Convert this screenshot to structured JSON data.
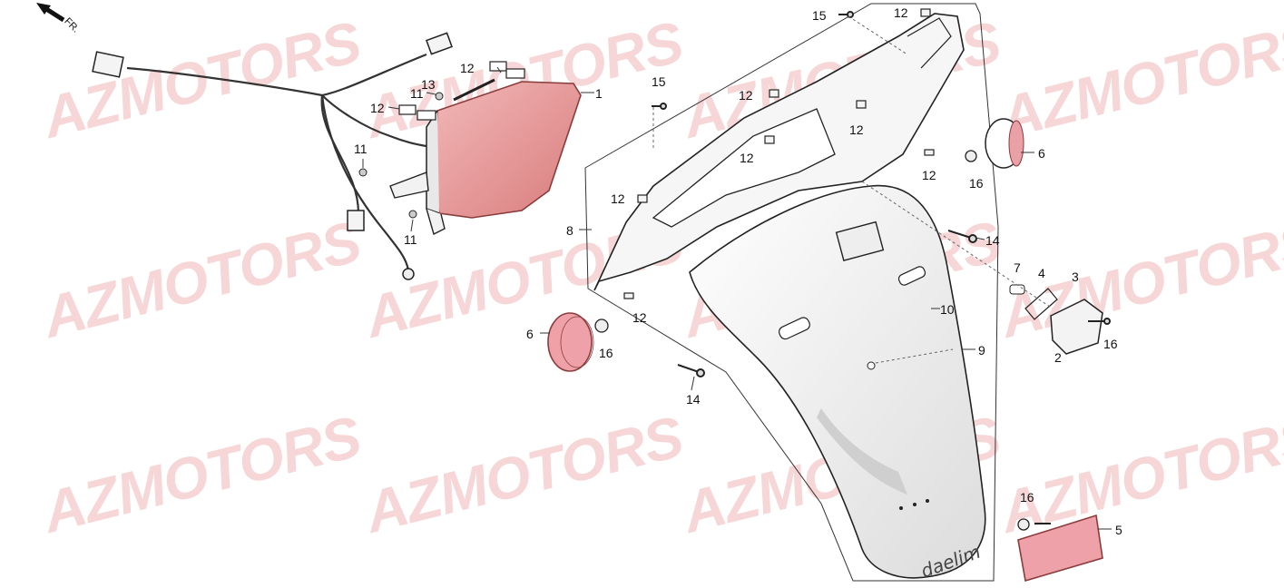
{
  "watermark": "AZMOTORS",
  "direction_label": "FR.",
  "brand_mark": "daelim",
  "colors": {
    "lens_red": "#e9a0a0",
    "lens_edge": "#b85a5a",
    "watermark": "#f6d6d6",
    "line": "#222222"
  },
  "callouts": {
    "c1": "1",
    "c2": "2",
    "c3": "3",
    "c4": "4",
    "c5": "5",
    "c6a": "6",
    "c6b": "6",
    "c7": "7",
    "c8": "8",
    "c9": "9",
    "c10": "10",
    "c11a": "11",
    "c11b": "11",
    "c11c": "11",
    "c12a": "12",
    "c12b": "12",
    "c12c": "12",
    "c12d": "12",
    "c12e": "12",
    "c12f": "12",
    "c12g": "12",
    "c12h": "12",
    "c12i": "12",
    "c12j": "12",
    "c13": "13",
    "c14a": "14",
    "c14b": "14",
    "c15a": "15",
    "c15b": "15",
    "c16a": "16",
    "c16b": "16",
    "c16c": "16",
    "c16d": "16"
  }
}
